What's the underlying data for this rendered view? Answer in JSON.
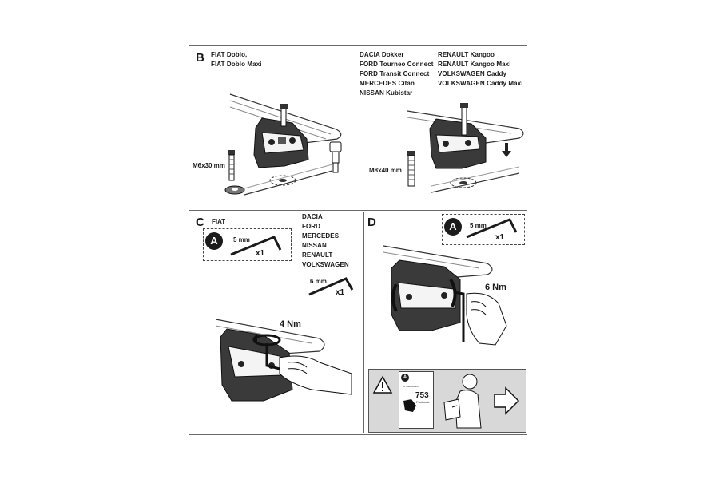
{
  "sections": {
    "B": {
      "letter": "B",
      "left_models": [
        "FIAT Doblo,",
        "FIAT Doblo Maxi"
      ],
      "bolt_left": "M6x30 mm",
      "models_col1": [
        "DACIA Dokker",
        "FORD Tourneo Connect",
        "FORD Transit Connect",
        "MERCEDES Citan",
        "NISSAN Kubistar"
      ],
      "models_col2": [
        "RENAULT Kangoo",
        "RENAULT Kangoo Maxi",
        "VOLKSWAGEN Caddy",
        "VOLKSWAGEN Caddy Maxi"
      ],
      "bolt_right": "M8x40 mm"
    },
    "C": {
      "letter": "C",
      "brand": "FIAT",
      "tool_badge": "A",
      "tool_size": "5 mm",
      "tool_qty": "x1",
      "models": [
        "DACIA",
        "FORD",
        "MERCEDES",
        "NISSAN",
        "RENAULT",
        "VOLKSWAGEN"
      ],
      "tool2_size": "6 mm",
      "tool2_qty": "x1",
      "torque": "4 Nm"
    },
    "D": {
      "letter": "D",
      "tool_badge": "A",
      "tool_size": "5 mm",
      "tool_qty": "x1",
      "torque": "6 Nm",
      "booklet_badge": "A",
      "booklet_number": "753",
      "booklet_sub": "Footpack",
      "booklet_title": "3. Instructions"
    }
  },
  "colors": {
    "ink": "#1a1a1a",
    "rule": "#6a6a6a",
    "panel_bg": "#d8d8d8"
  }
}
